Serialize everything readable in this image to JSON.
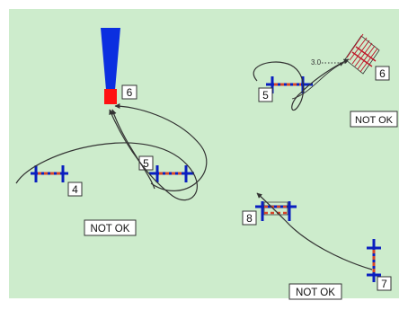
{
  "diagram": {
    "colors": {
      "background": "#cdeccc",
      "frame": "#ffffff",
      "stand_bar": "#0a1fbf",
      "stand_stripe_a": "#d6462a",
      "stand_stripe_b": "#f0d27a",
      "tower_blue": "#0b2fe0",
      "tower_red": "#ff1111",
      "path_line": "#333333",
      "label_box_fill": "#ffffff",
      "label_box_stroke": "#333333",
      "hatch": "#c0182a"
    },
    "labels": {
      "fence_4": "4",
      "fence_5_center": "5",
      "tower_6": "6",
      "fence_5_right": "5",
      "fence_6_right": "6",
      "fence_8": "8",
      "fence_7": "7"
    },
    "notes": {
      "not_ok_left": "NOT OK",
      "not_ok_top_right": "NOT OK",
      "not_ok_bottom_right": "NOT OK",
      "distance_marker": "3.0"
    }
  }
}
